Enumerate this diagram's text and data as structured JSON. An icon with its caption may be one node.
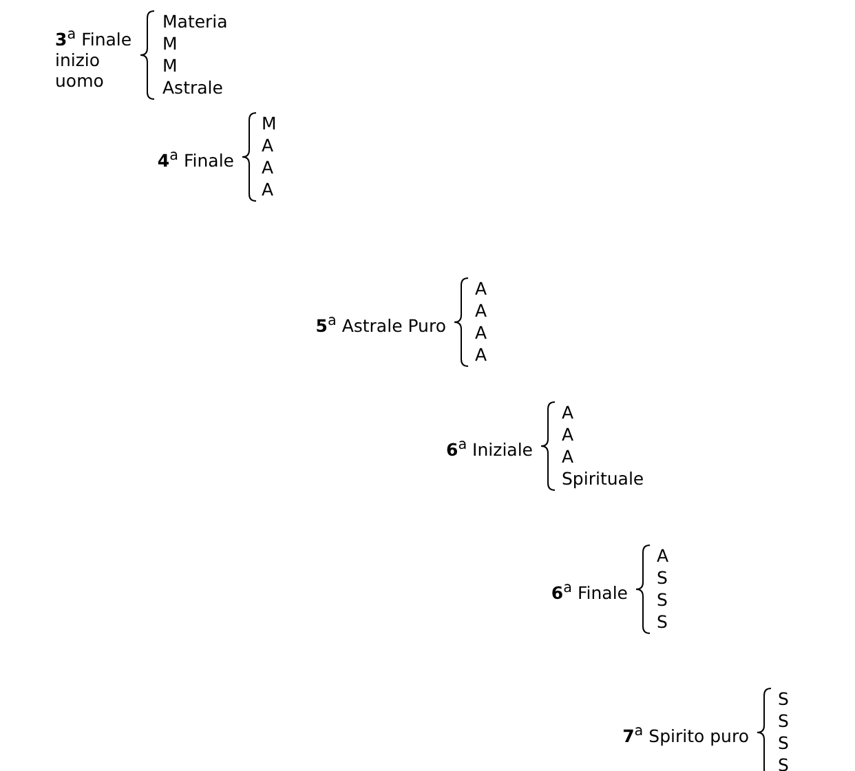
{
  "diagram": {
    "nodes": [
      {
        "text": [
          "**3**$^{a}$ Finale inizio uomo",
          "Materia",
          "M",
          "M",
          "Astrale"
        ]
      },
      {
        "text": [
          "**4**$^{a}$ Finale",
          "M",
          "A",
          "A",
          "A"
        ]
      },
      {
        "text": [
          "**5**$^{a}$ Astrale Puro",
          "A",
          "A",
          "A",
          "A"
        ]
      },
      {
        "text": [
          "**6**$^{a}$ Iniziale",
          "A",
          "A",
          "A",
          "Spirituale"
        ]
      },
      {
        "text": [
          "**6**$^{a}$ Finale",
          "A",
          "S",
          "S",
          "S"
        ]
      },
      {
        "text": [
          "**7**$^{a}$ Spirito puro",
          "S",
          "S",
          "S",
          "S"
        ]
      }
    ]
  }
}
